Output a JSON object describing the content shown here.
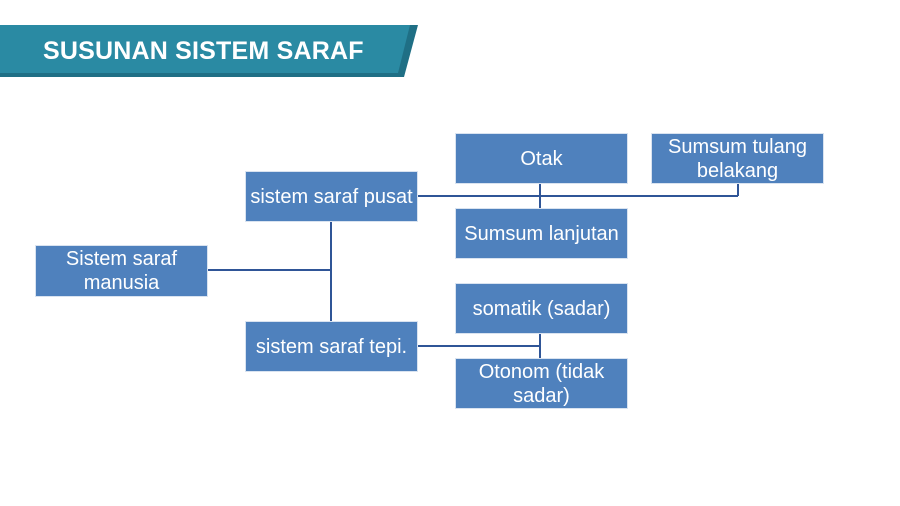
{
  "slide": {
    "title": "SUSUNAN SISTEM SARAF",
    "colors": {
      "banner_front": "#2a8aa3",
      "banner_back": "#1f6f85",
      "node_fill": "#4f81bd",
      "connector": "#2f5597"
    }
  },
  "diagram": {
    "root": "Sistem saraf manusia",
    "central": "sistem saraf pusat",
    "peripheral": "sistem saraf tepi.",
    "otak": "Otak",
    "sumsum_tulang_belakang": "Sumsum tulang belakang",
    "sumsum_lanjutan": "Sumsum lanjutan",
    "somatik": "somatik (sadar)",
    "otonom": "Otonom (tidak sadar)"
  }
}
